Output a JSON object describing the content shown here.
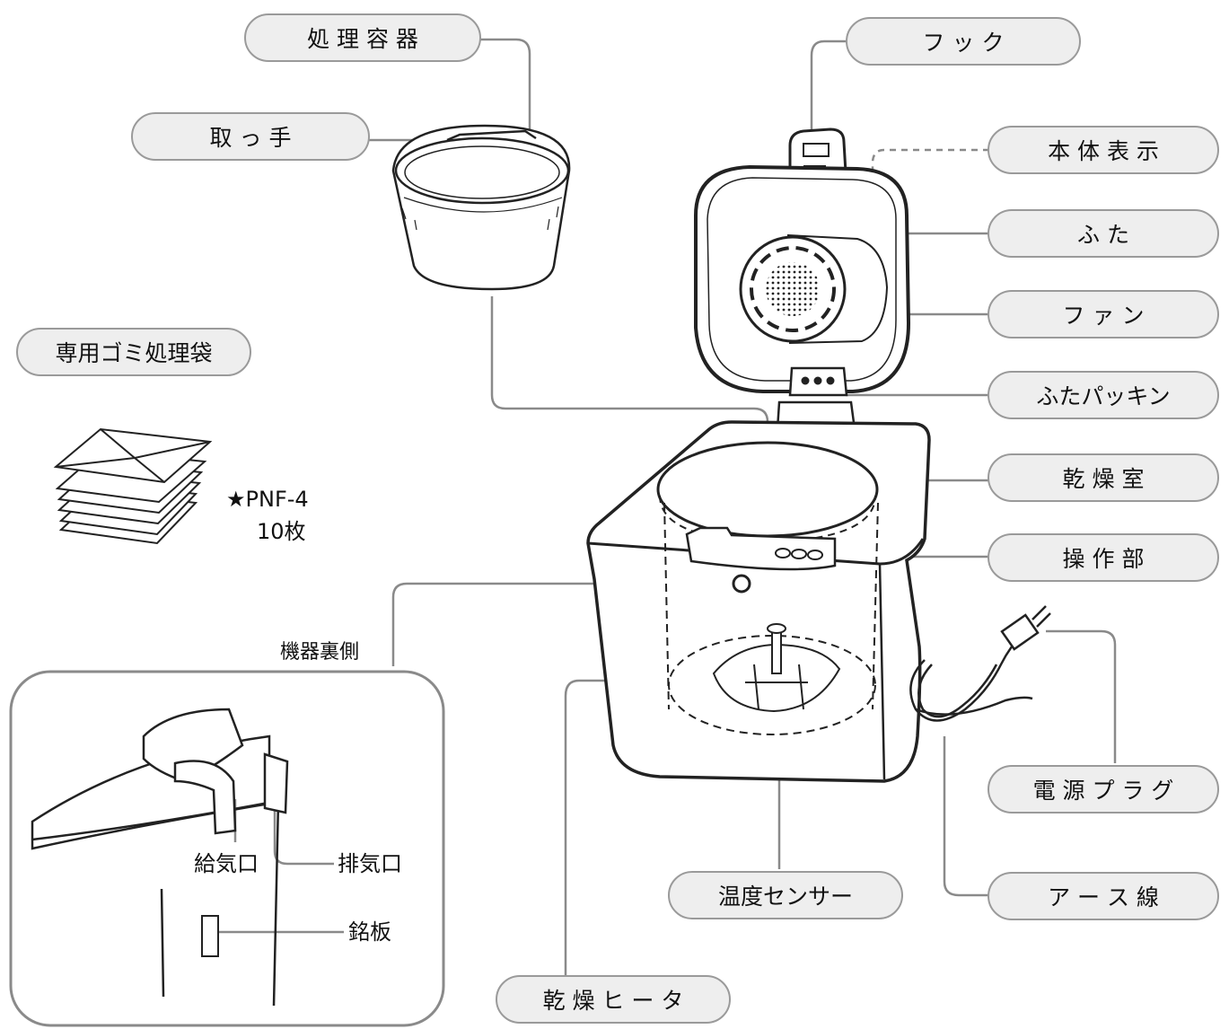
{
  "labels": {
    "processing_container": "処 理 容 器",
    "handle": "取 っ 手",
    "hook": "フ ッ ク",
    "body_marking": "本 体 表 示",
    "lid": "ふ た",
    "fan": "フ ァ ン",
    "lid_gasket": "ふたパッキン",
    "drying_chamber": "乾 燥 室",
    "control_panel": "操 作 部",
    "power_plug": "電 源 プ ラ グ",
    "temperature_sensor": "温度センサー",
    "ground_wire": "ア ー ス 線",
    "drying_heater": "乾 燥 ヒ ー タ",
    "dedicated_bag": "専用ゴミ処理袋",
    "bag_model": "★PNF-4",
    "bag_count": "10枚",
    "rear_view_title": "機器裏側",
    "air_intake": "給気口",
    "air_exhaust": "排気口",
    "nameplate": "銘板"
  },
  "colors": {
    "pill_fill": "#eeeeee",
    "pill_border": "#9a9a9a",
    "line": "#222222",
    "leader": "#8a8a8a"
  }
}
